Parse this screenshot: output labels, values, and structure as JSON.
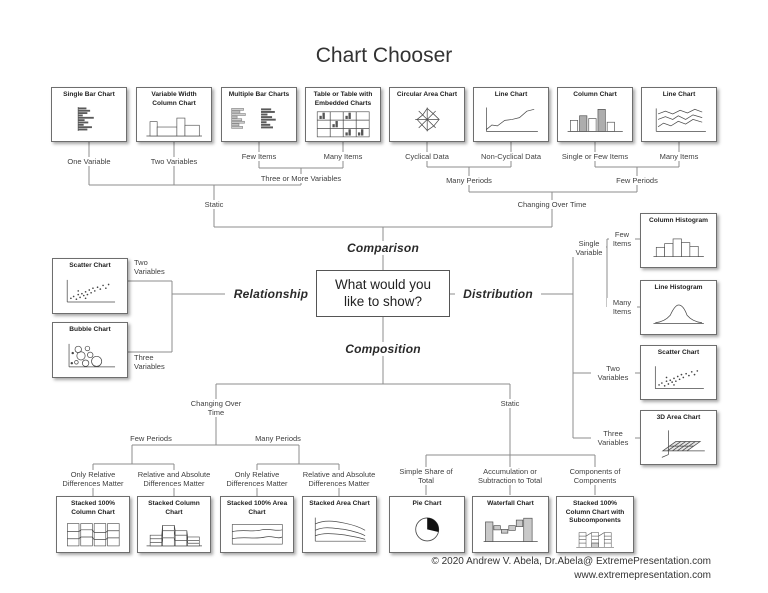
{
  "title": "Chart Chooser",
  "center_question": "What would you like to show?",
  "branches": {
    "comparison": "Comparison",
    "relationship": "Relationship",
    "distribution": "Distribution",
    "composition": "Composition"
  },
  "colors": {
    "line": "#8c8c8c",
    "text": "#3f3f3f",
    "bar_dark": "#5a5a5a",
    "bar_light": "#cfcfcf",
    "pie_fill": "#111111"
  },
  "top": {
    "charts": [
      {
        "label": "Single Bar Chart",
        "icon": "single-bar-chart-icon"
      },
      {
        "label": "Variable Width Column Chart",
        "icon": "variable-width-column-icon"
      },
      {
        "label": "Multiple Bar Charts",
        "icon": "multiple-bar-icon"
      },
      {
        "label": "Table or Table with Embedded Charts",
        "icon": "table-embedded-charts-icon"
      },
      {
        "label": "Circular Area Chart",
        "icon": "radar-icon"
      },
      {
        "label": "Line Chart",
        "icon": "line-chart-icon"
      },
      {
        "label": "Column Chart",
        "icon": "column-chart-icon"
      },
      {
        "label": "Line Chart",
        "icon": "multi-line-chart-icon"
      }
    ],
    "branch_labels": {
      "one_variable": "One Variable",
      "two_variables": "Two Variables",
      "few_items": "Few Items",
      "many_items": "Many Items",
      "cyclical_data": "Cyclical Data",
      "non_cyclical_data": "Non-Cyclical Data",
      "single_or_few_items": "Single or Few Items",
      "many_items_2": "Many Items",
      "three_or_more_variables": "Three or More Variables",
      "many_periods": "Many Periods",
      "few_periods": "Few Periods",
      "static": "Static",
      "changing_over_time": "Changing Over Time"
    }
  },
  "relationship_branch": {
    "charts": [
      {
        "label": "Scatter Chart",
        "icon": "scatter-chart-icon"
      },
      {
        "label": "Bubble Chart",
        "icon": "bubble-chart-icon"
      }
    ],
    "labels": {
      "two_variables": "Two Variables",
      "three_variables": "Three Variables"
    }
  },
  "distribution_branch": {
    "charts": [
      {
        "label": "Column Histogram",
        "icon": "column-histogram-icon"
      },
      {
        "label": "Line Histogram",
        "icon": "line-histogram-icon"
      },
      {
        "label": "Scatter Chart",
        "icon": "scatter-chart-icon"
      },
      {
        "label": "3D Area Chart",
        "icon": "area-3d-icon"
      }
    ],
    "labels": {
      "single_variable": "Single Variable",
      "few_items": "Few Items",
      "many_items": "Many Items",
      "two_variables": "Two Variables",
      "three_variables": "Three Variables"
    }
  },
  "composition_branch": {
    "labels": {
      "changing_over_time": "Changing Over Time",
      "static": "Static",
      "few_periods": "Few Periods",
      "many_periods": "Many Periods",
      "only_relative_1": "Only Relative Differences Matter",
      "relative_absolute_1": "Relative and Absolute Differences Matter",
      "only_relative_2": "Only Relative Differences Matter",
      "relative_absolute_2": "Relative and Absolute Differences Matter",
      "simple_share": "Simple Share of Total",
      "accumulation": "Accumulation or Subtraction to Total",
      "components": "Components of Components"
    },
    "charts": [
      {
        "label": "Stacked 100% Column Chart",
        "icon": "stacked-100-column-icon"
      },
      {
        "label": "Stacked Column Chart",
        "icon": "stacked-column-icon"
      },
      {
        "label": "Stacked 100% Area Chart",
        "icon": "stacked-100-area-icon"
      },
      {
        "label": "Stacked Area Chart",
        "icon": "stacked-area-icon"
      },
      {
        "label": "Pie Chart",
        "icon": "pie-chart-icon"
      },
      {
        "label": "Waterfall Chart",
        "icon": "waterfall-chart-icon"
      },
      {
        "label": "Stacked 100% Column Chart with Subcomponents",
        "icon": "stacked-100-subcomponents-icon"
      }
    ]
  },
  "footer": {
    "line1": "© 2020 Andrew V. Abela, Dr.Abela@ ExtremePresentation.com",
    "line2": "www.extremepresentation.com"
  }
}
